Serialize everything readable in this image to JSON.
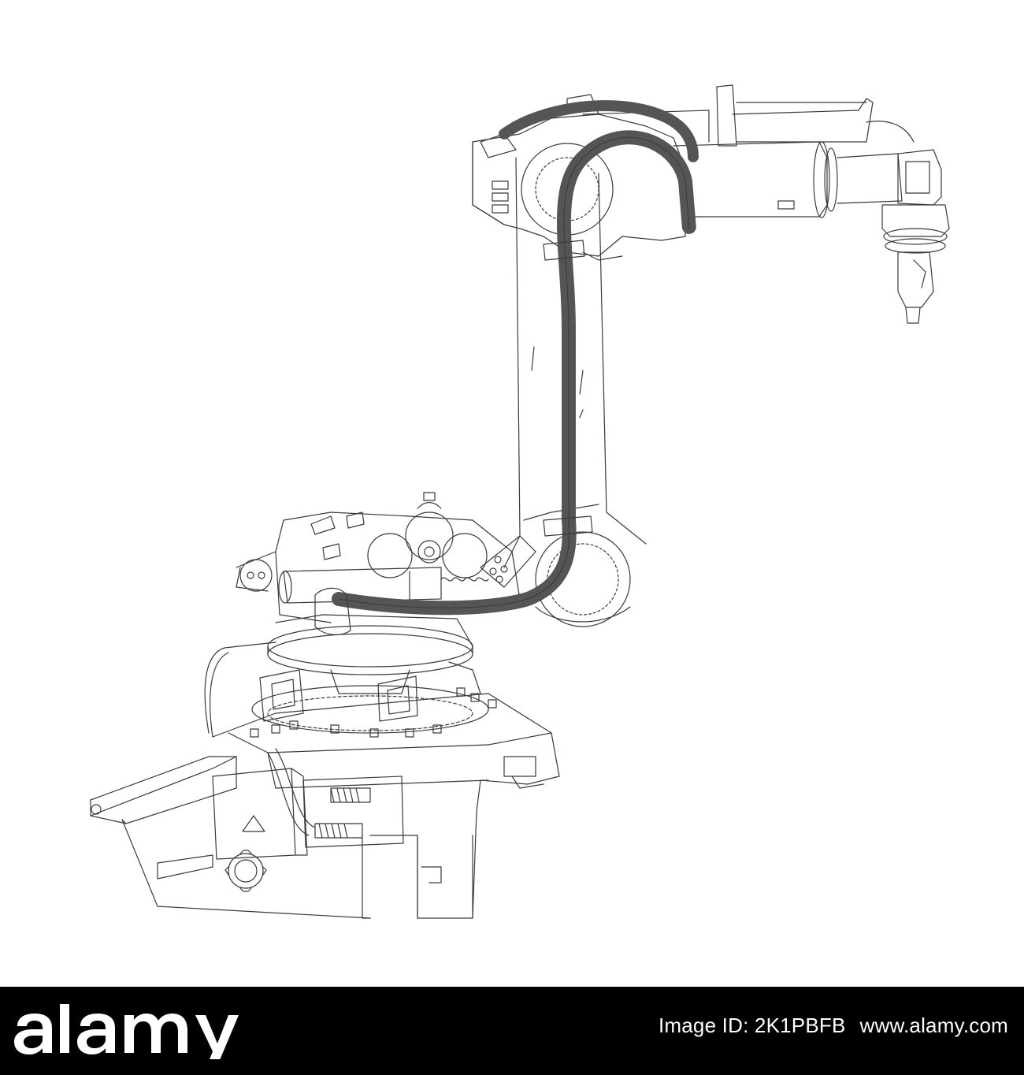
{
  "brand": {
    "name": "alamy",
    "colors": {
      "background": "#000000",
      "text": "#ffffff"
    }
  },
  "image_id": "Image ID: 2K1PBFB",
  "site": "www.alamy.com",
  "drawing": {
    "line_color": "#3a3a3a",
    "background_color": "#ffffff"
  }
}
